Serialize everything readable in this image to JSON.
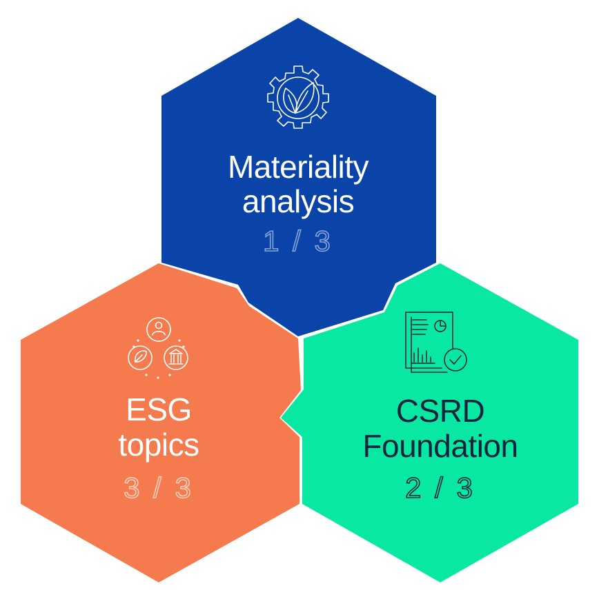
{
  "colors": {
    "materiality": "#0a44a8",
    "esg": "#f57a4d",
    "csrd": "#08e8a2",
    "text_light": "#ffffff",
    "text_dark": "#12233d",
    "step_on_blue": "#8aa3d8",
    "step_on_orange": "#fbd0bf",
    "step_on_green": "#12233d"
  },
  "segments": [
    {
      "id": "materiality",
      "title_line1": "Materiality",
      "title_line2": "analysis",
      "step": "1 / 3",
      "icon": "gear-leaf-icon"
    },
    {
      "id": "csrd",
      "title_line1": "CSRD",
      "title_line2": "Foundation",
      "step": "2 / 3",
      "icon": "report-check-icon"
    },
    {
      "id": "esg",
      "title_line1": "ESG",
      "title_line2": "topics",
      "step": "3 / 3",
      "icon": "esg-circles-icon"
    }
  ]
}
